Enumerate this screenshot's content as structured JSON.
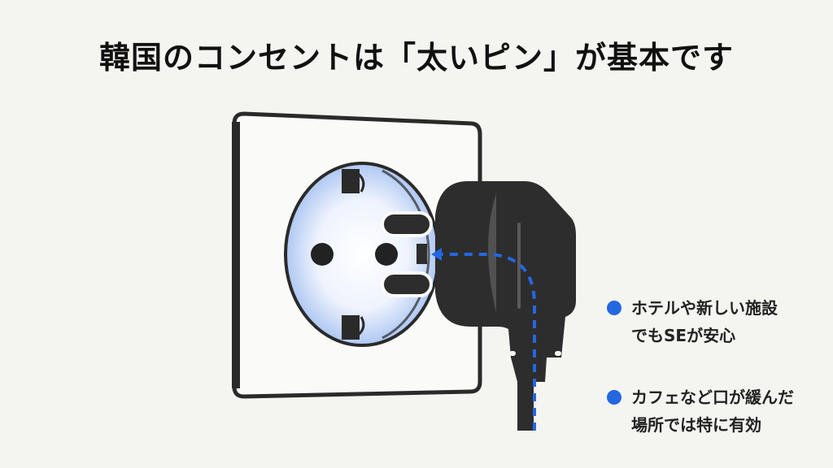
{
  "title": "韓国のコンセントは「太いピン」が基本です",
  "colors": {
    "background": "#f4f4f0",
    "accent": "#2467e0",
    "plug": "#2d2d2d",
    "socket_blue": "#aac6f3"
  },
  "illustration": {
    "socket": "socket-outlet-icon",
    "plug": "plug-icon",
    "arrow": "dashed-arrow-icon"
  },
  "bullets": [
    {
      "line1": "ホテルや新しい施設",
      "line2": "でもSEが安心"
    },
    {
      "line1": "カフェなど口が緩んだ",
      "line2": "場所では特に有効"
    }
  ]
}
